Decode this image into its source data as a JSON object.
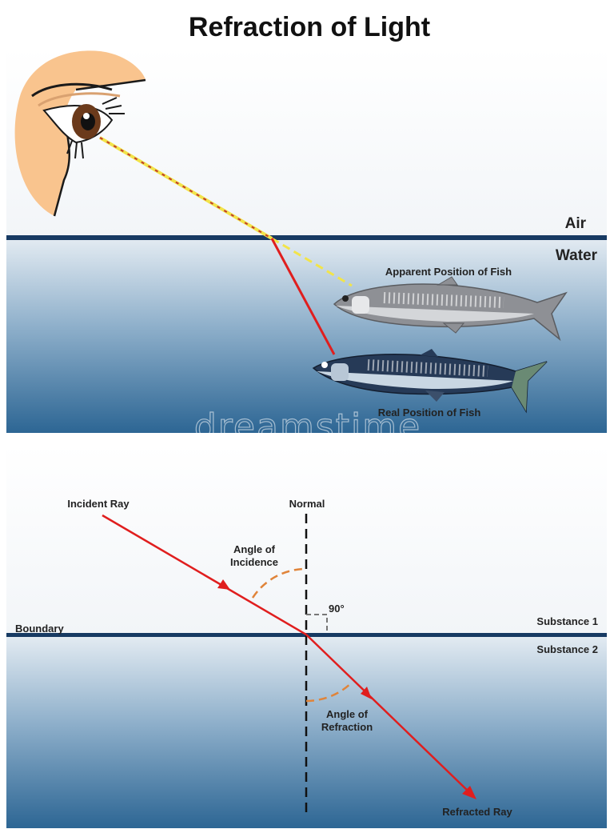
{
  "title": "Refraction of Light",
  "top_panel": {
    "air_label": "Air",
    "water_label": "Water",
    "apparent_fish_label": "Apparent Position of Fish",
    "real_fish_label": "Real Position of Fish",
    "watermark": "dreamstime"
  },
  "bottom_panel": {
    "incident_ray_label": "Incident Ray",
    "normal_label": "Normal",
    "angle_incidence_line1": "Angle of",
    "angle_incidence_line2": "Incidence",
    "right_angle_label": "90°",
    "boundary_label": "Boundary",
    "substance1_label": "Substance 1",
    "substance2_label": "Substance 2",
    "angle_refraction_line1": "Angle of",
    "angle_refraction_line2": "Refraction",
    "refracted_ray_label": "Refracted Ray"
  },
  "colors": {
    "water_top": "#dfe8f0",
    "water_bottom": "#2f6897",
    "boundary": "#173a63",
    "ray": "#e01e1e",
    "apparent_ray": "#f2e44a",
    "arc": "#e0843a",
    "skin": "#f9c48e"
  }
}
